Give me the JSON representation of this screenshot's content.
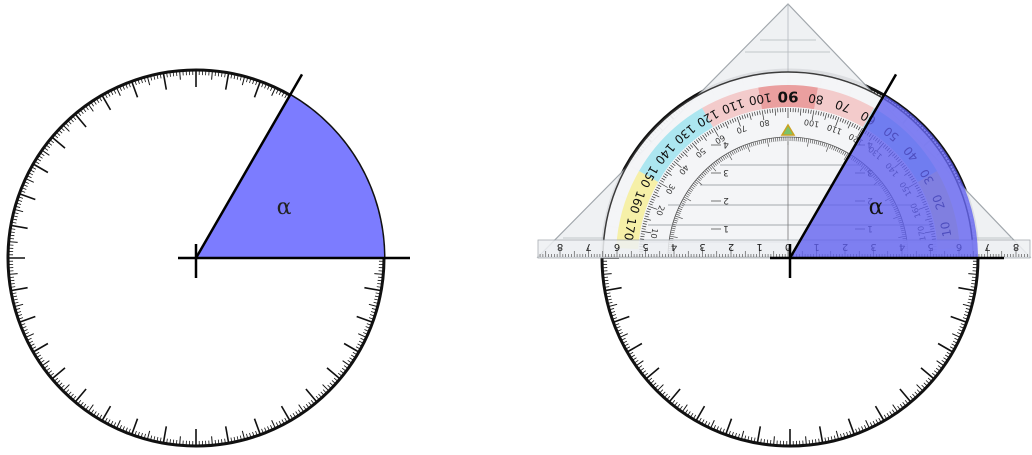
{
  "angle_label": "α",
  "angle_degrees": 60,
  "colors": {
    "sector_fill": "#7c7cff",
    "sector_fill_dark": "#5f5ff0",
    "outline": "#111111",
    "triangle_fill": "#eef0f3",
    "triangle_stroke": "#9aa0a6",
    "band_red": "#e88f8f",
    "band_pink": "#f2c3c3",
    "band_cyan": "#9fe3ef",
    "band_yellow": "#f6ee9a",
    "band_green": "#b7eed0"
  },
  "protractor": {
    "outer_scale_labels": [
      "10",
      "20",
      "30",
      "40",
      "50",
      "60",
      "70",
      "80",
      "90",
      "100",
      "110",
      "120",
      "130",
      "140",
      "150",
      "160",
      "170"
    ],
    "inner_scale_labels": [
      "170",
      "160",
      "150",
      "140",
      "130",
      "120",
      "110",
      "100",
      "80",
      "70",
      "60",
      "50",
      "40",
      "30",
      "20",
      "10"
    ],
    "ruler_labels_left": [
      "8",
      "7",
      "6",
      "5",
      "4",
      "3",
      "2",
      "1",
      "0"
    ],
    "ruler_labels_right": [
      "1",
      "2",
      "3",
      "4",
      "5",
      "6",
      "7",
      "8"
    ],
    "vertical_labels": [
      "1",
      "2",
      "3",
      "4"
    ]
  }
}
